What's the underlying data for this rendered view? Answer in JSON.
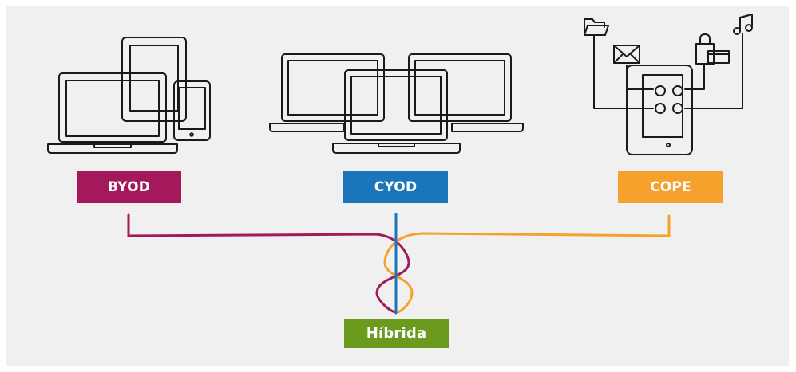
{
  "labels": {
    "byod": "BYOD",
    "cyod": "CYOD",
    "cope": "COPE",
    "hybrid": "Híbrida"
  },
  "colors": {
    "byod": "#a3195b",
    "cyod": "#1b75bb",
    "cope": "#f6a12b",
    "hybrid": "#6a9a1e",
    "background": "#f0f0f0",
    "icon_stroke": "#1a1a1a"
  },
  "icons": {
    "byod": [
      "laptop-icon",
      "tablet-icon",
      "smartphone-icon"
    ],
    "cyod": [
      "laptop-icon",
      "laptop-icon",
      "laptop-icon"
    ],
    "cope": [
      "folder-icon",
      "envelope-icon",
      "shopping-bag-icon",
      "music-note-icon",
      "tablet-icon"
    ]
  }
}
